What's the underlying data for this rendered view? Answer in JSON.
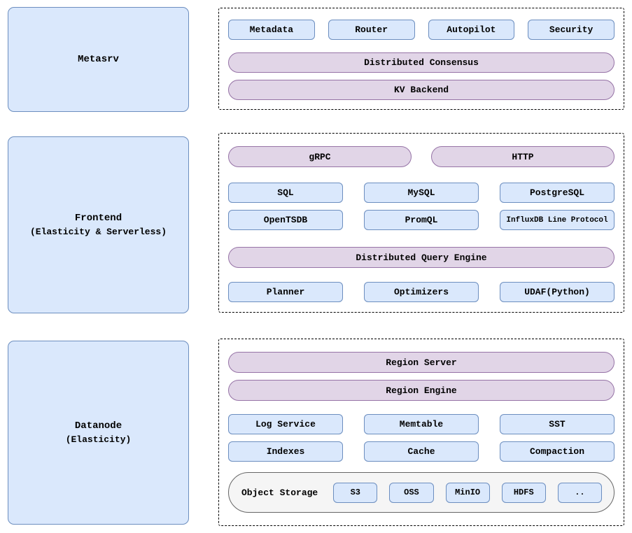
{
  "metasrv": {
    "label": "Metasrv",
    "components": [
      "Metadata",
      "Router",
      "Autopilot",
      "Security"
    ],
    "consensus_pill": "Distributed Consensus",
    "kv_pill": "KV Backend"
  },
  "frontend": {
    "label": "Frontend",
    "sublabel": "(Elasticity & Serverless)",
    "protocol_pills": [
      "gRPC",
      "HTTP"
    ],
    "query_languages": [
      "SQL",
      "MySQL",
      "PostgreSQL"
    ],
    "ingest_protocols": [
      "OpenTSDB",
      "PromQL",
      "InfluxDB Line Protocol"
    ],
    "engine_pill": "Distributed Query Engine",
    "engine_components": [
      "Planner",
      "Optimizers",
      "UDAF(Python)"
    ]
  },
  "datanode": {
    "label": "Datanode",
    "sublabel": "(Elasticity)",
    "server_pill": "Region Server",
    "engine_pill": "Region Engine",
    "storage_row1": [
      "Log Service",
      "Memtable",
      "SST"
    ],
    "storage_row2": [
      "Indexes",
      "Cache",
      "Compaction"
    ],
    "object_storage": {
      "label": "Object Storage",
      "backends": [
        "S3",
        "OSS",
        "MinIO",
        "HDFS",
        ".."
      ]
    }
  },
  "colors": {
    "background": "#ffffff",
    "text": "#000000",
    "blue_box_fill": "#dae8fc",
    "blue_box_border": "#6c8ebf",
    "purple_pill_fill": "#e1d5e7",
    "purple_pill_border": "#9673a6",
    "object_storage_fill": "#f5f5f5",
    "object_storage_border": "#666666",
    "dashed_container_border": "#000000"
  }
}
